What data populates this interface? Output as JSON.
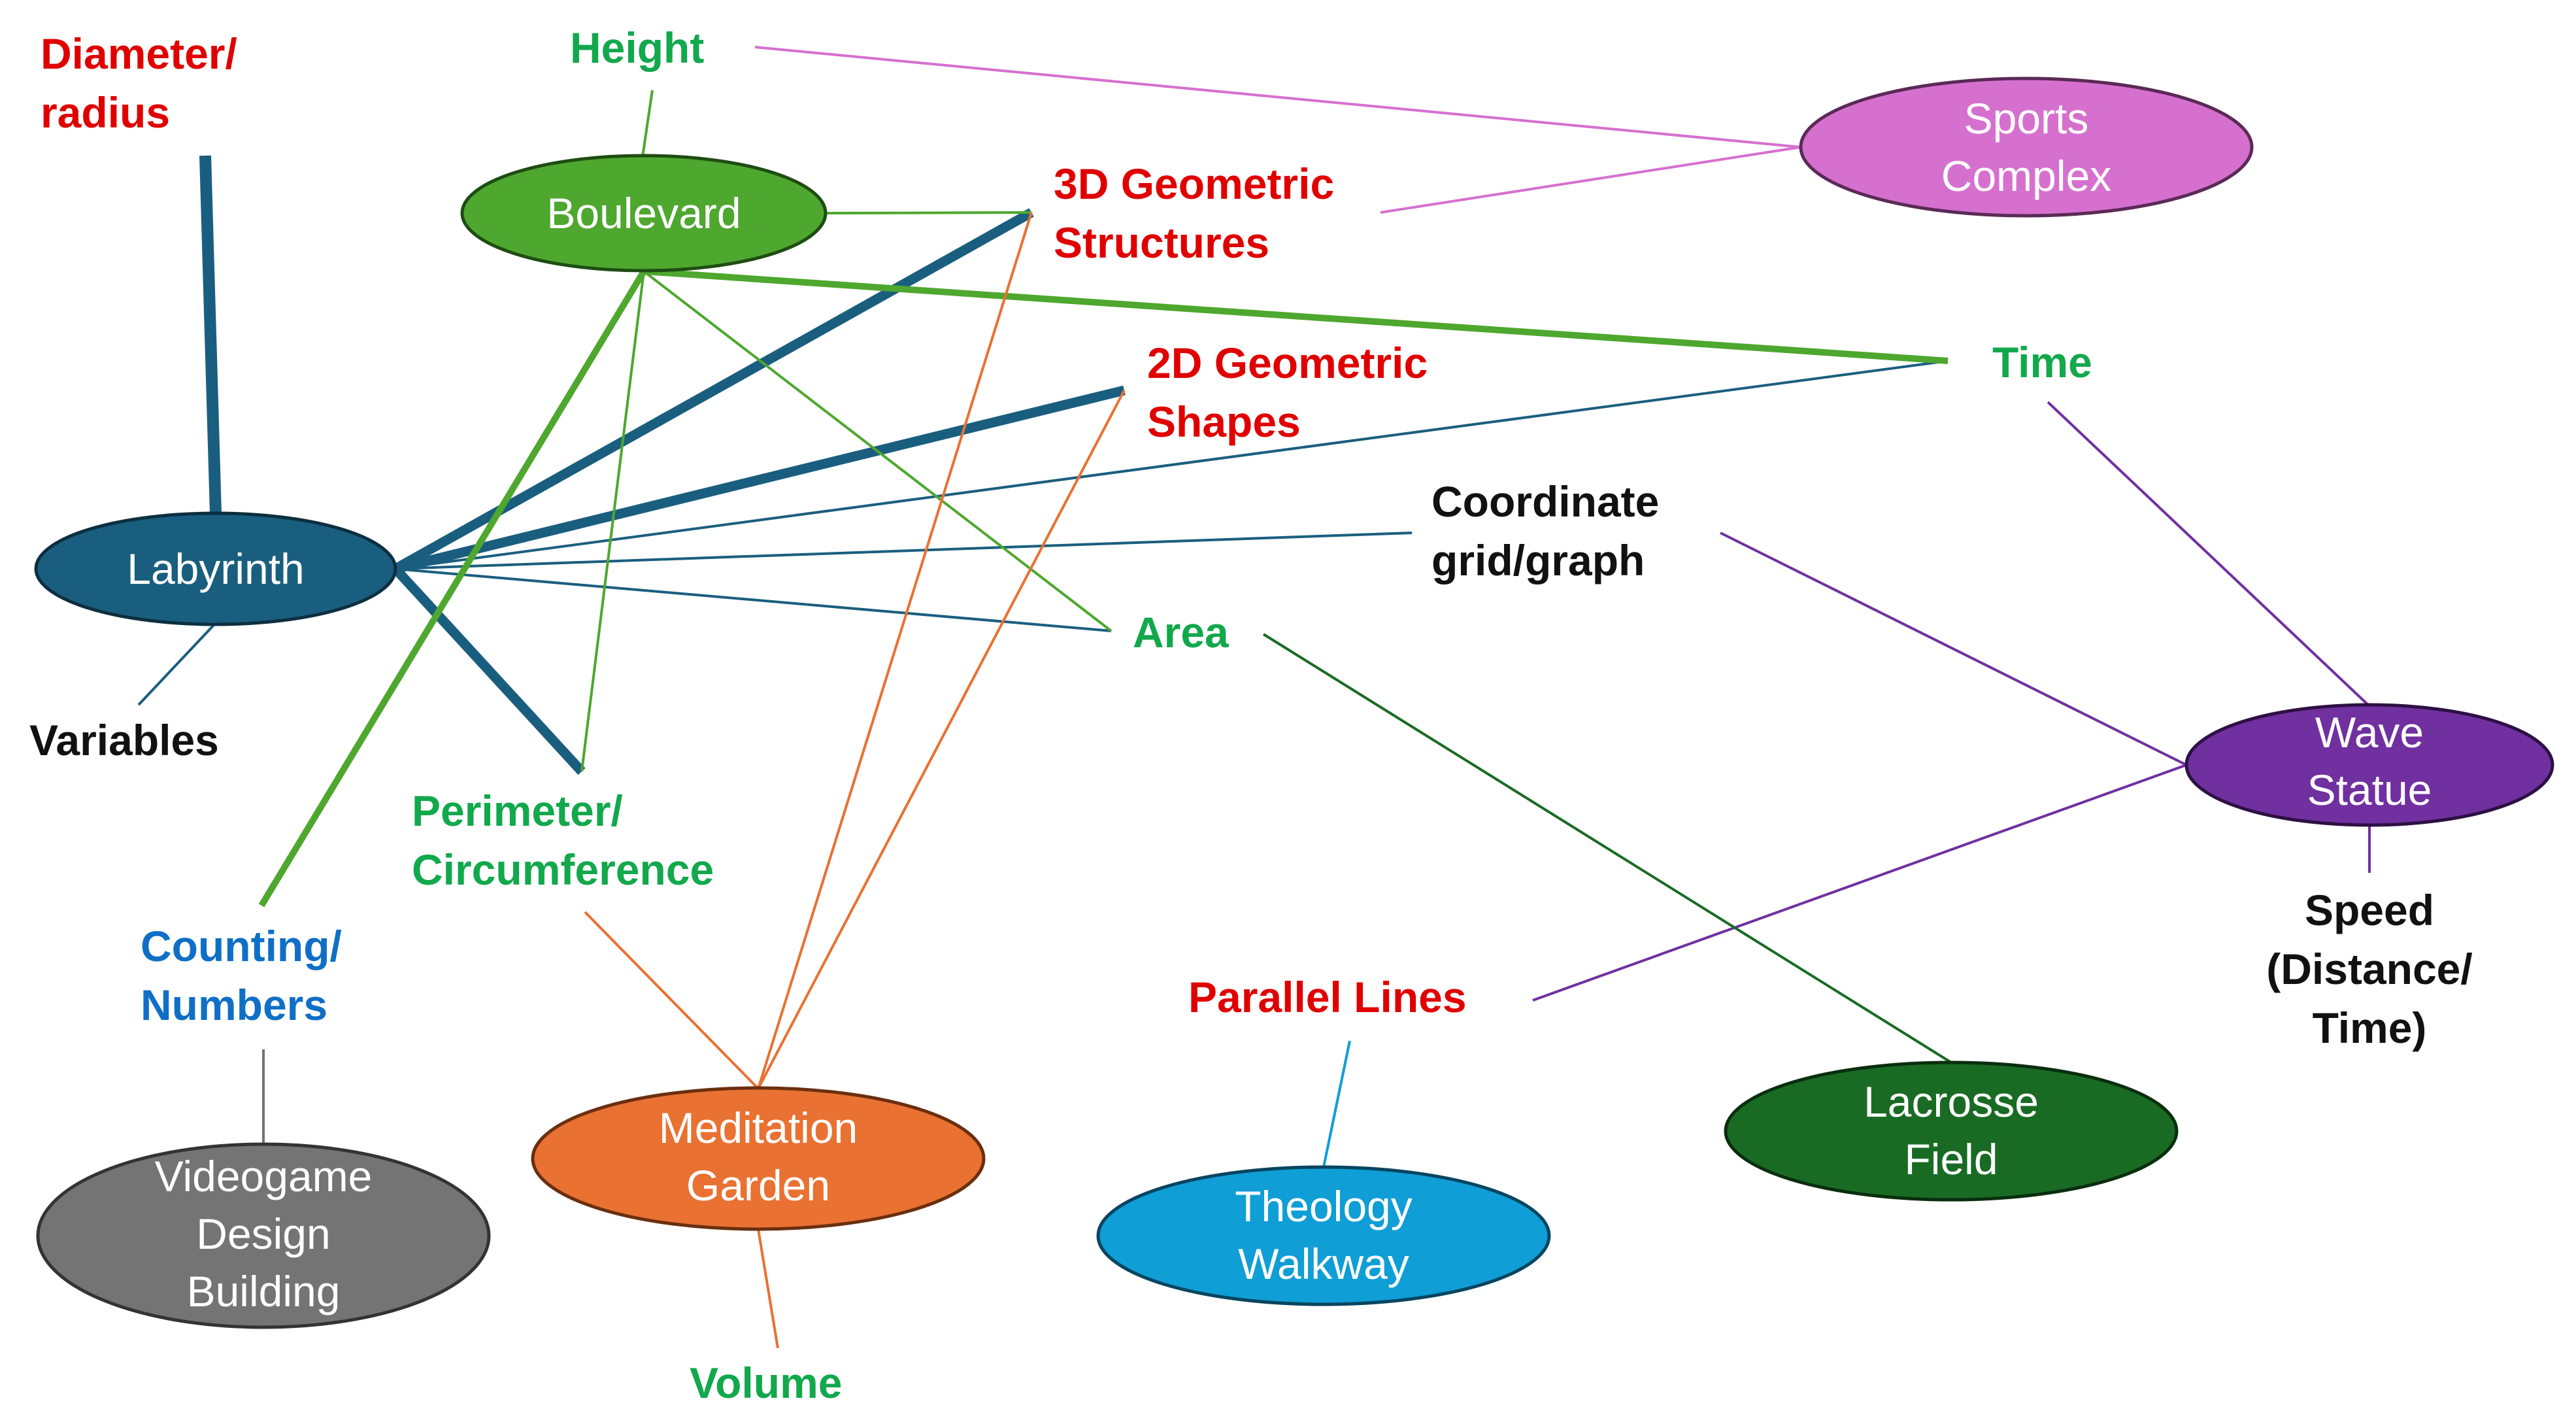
{
  "colors": {
    "labyrinth": "#1A5E7F",
    "boulevard": "#4EA72E",
    "sports_complex": "#D670CF",
    "wave_statue": "#7030A0",
    "meditation_garden": "#E97132",
    "lacrosse_field": "#196B24",
    "theology_walkway": "#0F9ED5",
    "videogame_building": "#747474",
    "red_text": "#E00000",
    "green_text": "#12A84C",
    "blue_text": "#0F6FC6",
    "black_text": "#111111"
  },
  "nodes": {
    "labyrinth": {
      "lines": [
        "Labyrinth"
      ]
    },
    "boulevard": {
      "lines": [
        "Boulevard"
      ]
    },
    "sports_complex": {
      "lines": [
        "Sports",
        "Complex"
      ]
    },
    "wave_statue": {
      "lines": [
        "Wave",
        "Statue"
      ]
    },
    "lacrosse_field": {
      "lines": [
        "Lacrosse",
        "Field"
      ]
    },
    "theology_walkway": {
      "lines": [
        "Theology",
        "Walkway"
      ]
    },
    "meditation_garden": {
      "lines": [
        "Meditation",
        "Garden"
      ]
    },
    "videogame_building": {
      "lines": [
        "Videogame",
        "Design",
        "Building"
      ]
    }
  },
  "concepts": {
    "diameter_radius": {
      "lines": [
        "Diameter/",
        "radius"
      ]
    },
    "height": {
      "lines": [
        "Height"
      ]
    },
    "geometric_3d": {
      "lines": [
        "3D Geometric",
        "Structures"
      ]
    },
    "geometric_2d": {
      "lines": [
        "2D Geometric",
        "Shapes"
      ]
    },
    "time": {
      "lines": [
        "Time"
      ]
    },
    "coordinate_grid": {
      "lines": [
        "Coordinate",
        "grid/graph"
      ]
    },
    "area": {
      "lines": [
        "Area"
      ]
    },
    "variables": {
      "lines": [
        "Variables"
      ]
    },
    "perimeter": {
      "lines": [
        "Perimeter/",
        "Circumference"
      ]
    },
    "counting": {
      "lines": [
        "Counting/",
        "Numbers"
      ]
    },
    "parallel_lines": {
      "lines": [
        "Parallel Lines"
      ]
    },
    "speed": {
      "lines": [
        "Speed",
        "(Distance/",
        "Time)"
      ]
    },
    "volume": {
      "lines": [
        "Volume"
      ]
    }
  }
}
